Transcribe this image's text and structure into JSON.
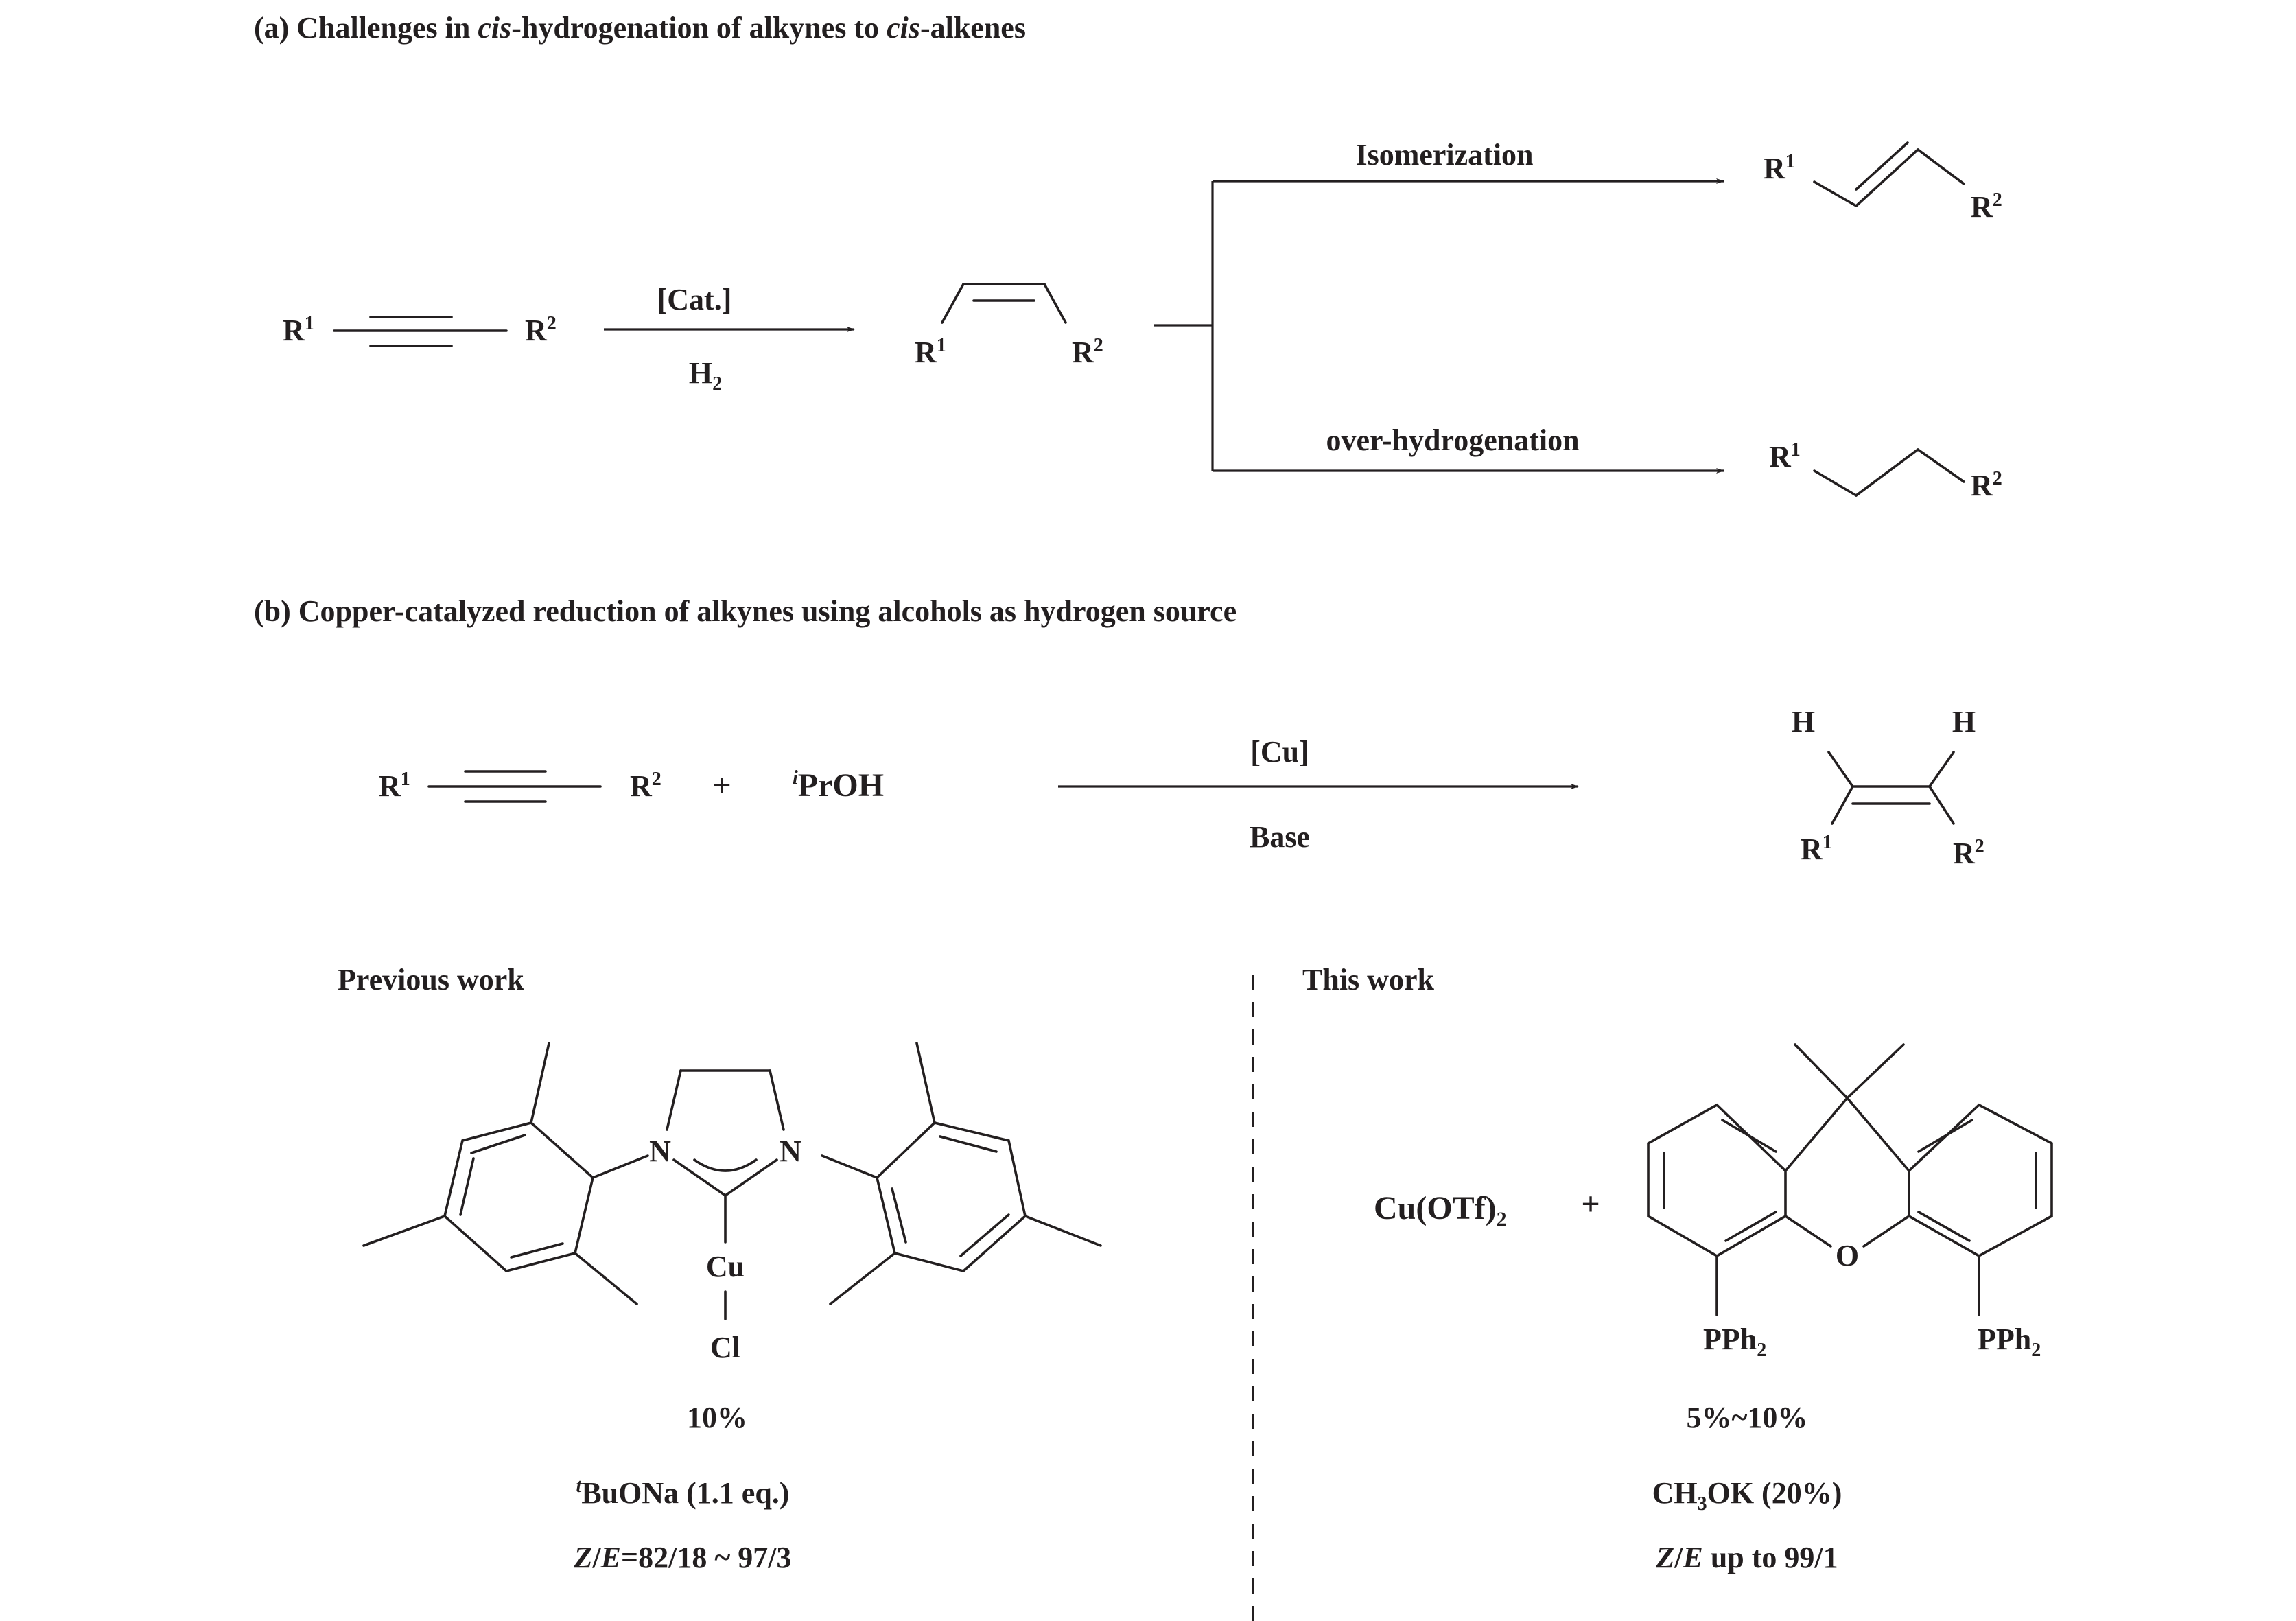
{
  "section_a": {
    "heading_pre": "(a) Challenges in ",
    "heading_cis1": "cis",
    "heading_mid": "-hydrogenation of alkynes to ",
    "heading_cis2": "cis",
    "heading_post": "-alkenes",
    "catalyst": "[Cat.]",
    "reagent_main": "H",
    "reagent_sub": "2",
    "path_top": "Isomerization",
    "path_bottom": "over-hydrogenation"
  },
  "section_b": {
    "heading": "(b) Copper-catalyzed reduction of alkynes using alcohols as hydrogen source",
    "plus": "+",
    "alcohol_sup": "i",
    "alcohol": "PrOH",
    "catalyst": "[Cu]",
    "base": "Base"
  },
  "groups": {
    "r": "R",
    "one": "1",
    "two": "2",
    "h": "H"
  },
  "previous_work": {
    "title": "Previous work",
    "atom_n": "N",
    "metal": "Cu",
    "halide": "Cl",
    "loading": "10%",
    "base_sup": "t",
    "base": "BuONa (1.1 eq.)",
    "ze_z": "Z",
    "ze_slash": "/",
    "ze_e": "E",
    "ze_value": "=82/18 ~ 97/3"
  },
  "this_work": {
    "title": "This work",
    "salt_main": "Cu(OTf)",
    "salt_sub": "2",
    "plus": "+",
    "atom_o": "O",
    "phos_main": "PPh",
    "phos_sub": "2",
    "loading": "5%~10%",
    "base_pre": "CH",
    "base_sub": "3",
    "base_post": "OK (20%)",
    "ze_z": "Z",
    "ze_slash": "/",
    "ze_e": "E",
    "ze_value": " up to 99/1"
  }
}
